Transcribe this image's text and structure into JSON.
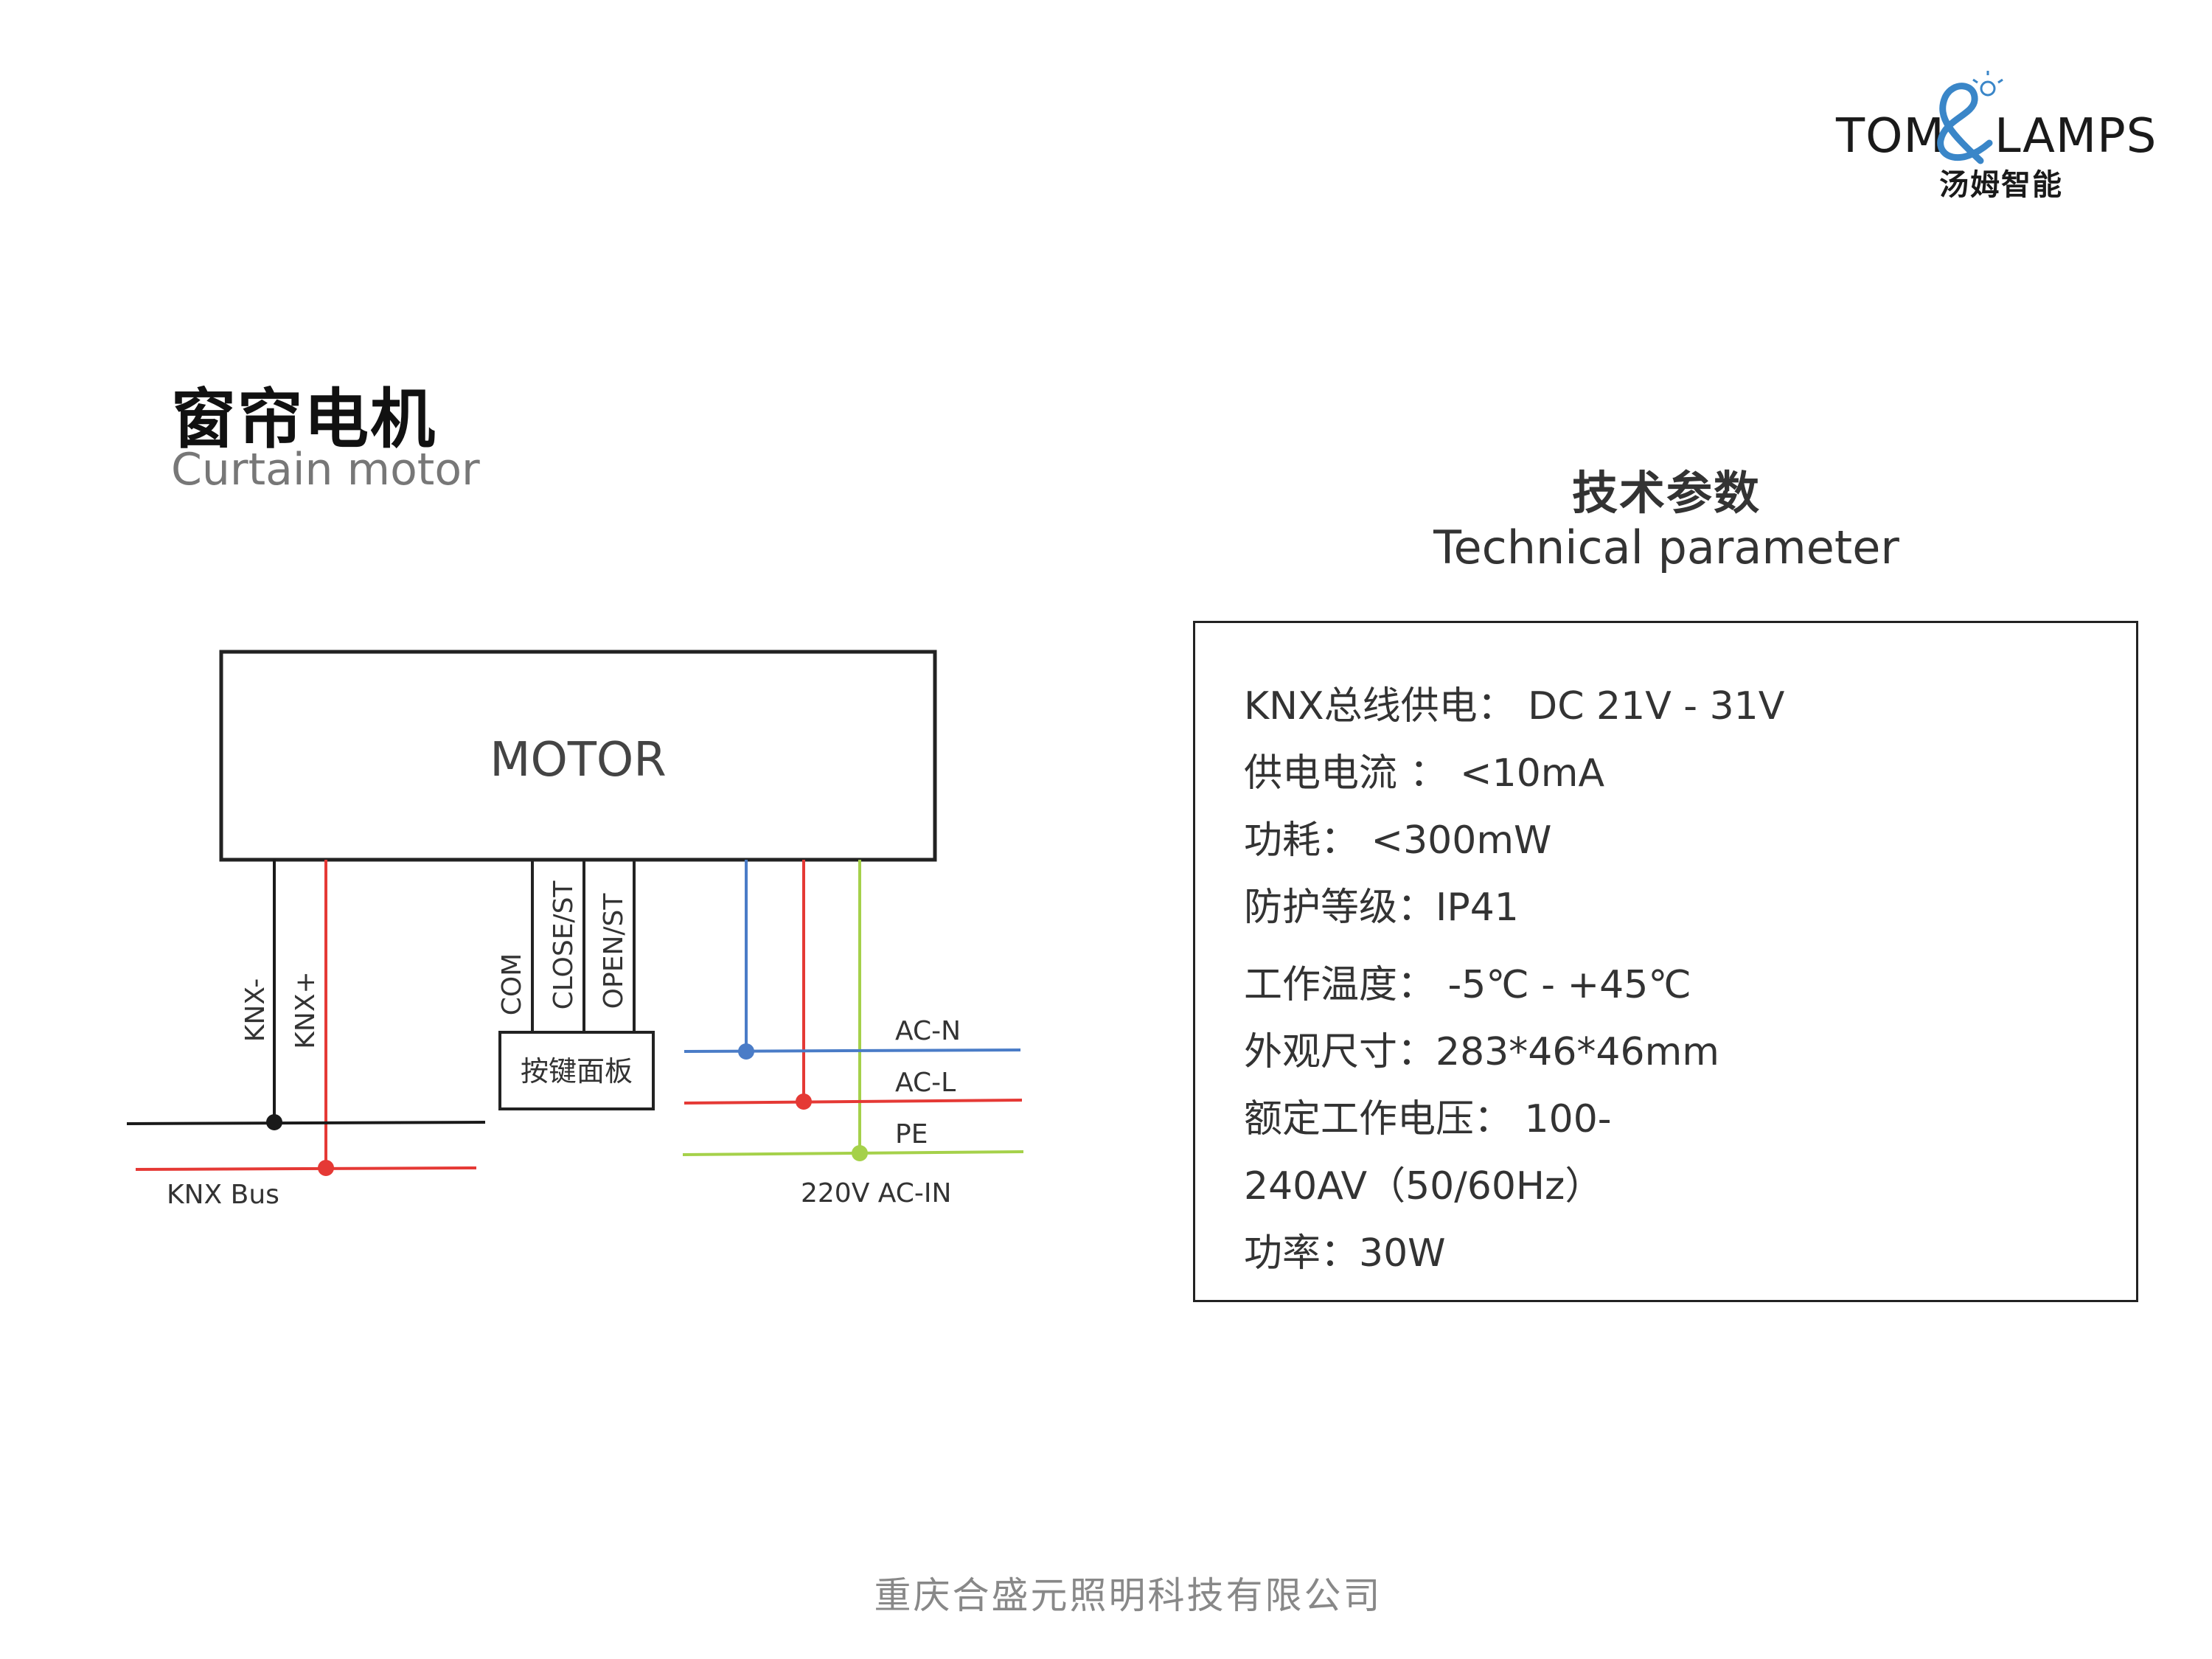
{
  "logo": {
    "brand_left": "TOM",
    "brand_right": "LAMPS",
    "brand_cn": "汤姆智能"
  },
  "header": {
    "title_cn": "窗帘电机",
    "title_en": "Curtain motor"
  },
  "params": {
    "title_cn": "技术参数",
    "title_en": "Technical parameter",
    "rows": [
      "KNX总线供电： DC 21V - 31V",
      "供电电流 ： <10mA",
      "功耗： <300mW",
      "防护等级：IP41",
      "工作温度： -5℃ - +45℃",
      "外观尺寸：283*46*46mm",
      "额定工作电压： 100-",
      "240AV（50/60Hz）",
      "功率：30W"
    ]
  },
  "diagram": {
    "motor_label": "MOTOR",
    "knx_minus": "KNX-",
    "knx_plus": "KNX+",
    "com": "COM",
    "close": "CLOSE/ST",
    "open": "OPEN/ST",
    "panel": "按键面板",
    "ac_n": "AC-N",
    "ac_l": "AC-L",
    "pe": "PE",
    "knx_bus": "KNX Bus",
    "ac_in": "220V AC-IN",
    "colors": {
      "black": "#1a1a1a",
      "red": "#e53935",
      "blue": "#4a7cc7",
      "green": "#a5d14a"
    }
  },
  "footer": {
    "company": "重庆合盛元照明科技有限公司"
  }
}
